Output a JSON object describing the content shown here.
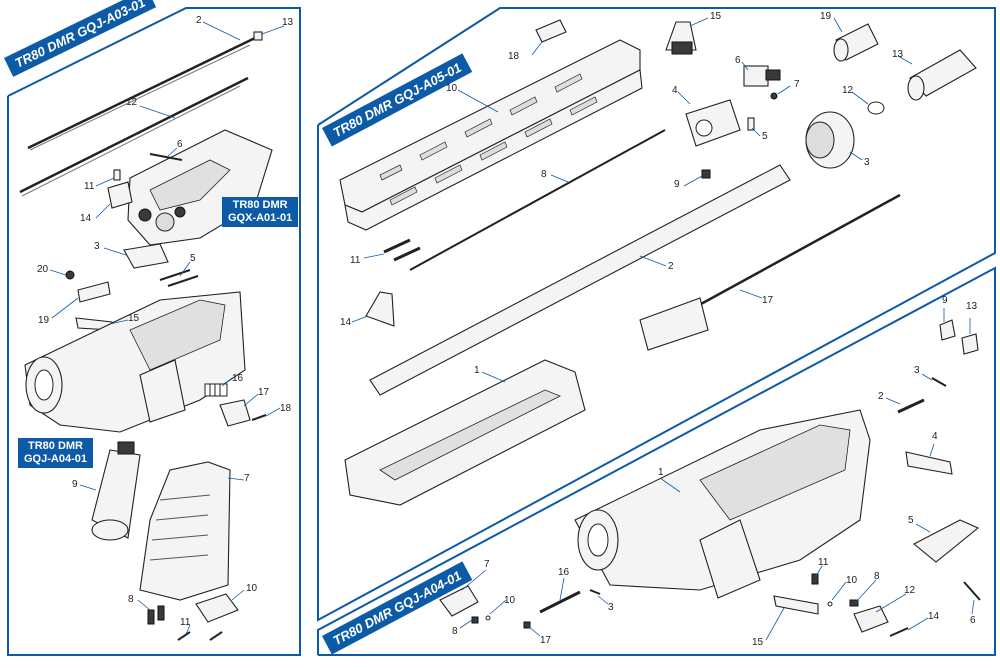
{
  "sections": {
    "a03": {
      "title": "TR80 DMR GQJ-A03-01"
    },
    "a05": {
      "title": "TR80 DMR GQJ-A05-01"
    },
    "a04": {
      "title": "TR80 DMR GQJ-A04-01"
    }
  },
  "callouts": {
    "gearbox": {
      "line1": "TR80 DMR",
      "line2": "GQX-A01-01"
    },
    "lower": {
      "line1": "TR80 DMR",
      "line2": "GQJ-A04-01"
    }
  },
  "labels": {
    "left": [
      "2",
      "13",
      "12",
      "6",
      "11",
      "14",
      "3",
      "5",
      "20",
      "19",
      "15",
      "16",
      "17",
      "18",
      "9",
      "7",
      "8",
      "10",
      "11"
    ],
    "top": [
      "18",
      "15",
      "19",
      "10",
      "6",
      "7",
      "13",
      "4",
      "12",
      "5",
      "8",
      "9",
      "3",
      "11",
      "2",
      "17",
      "14",
      "1"
    ],
    "bottom": [
      "9",
      "13",
      "3",
      "2",
      "4",
      "1",
      "5",
      "7",
      "16",
      "10",
      "3",
      "8",
      "17",
      "11",
      "10",
      "8",
      "12",
      "15",
      "14",
      "6"
    ]
  },
  "colors": {
    "accent": "#0d5aa6",
    "line": "#222222"
  }
}
